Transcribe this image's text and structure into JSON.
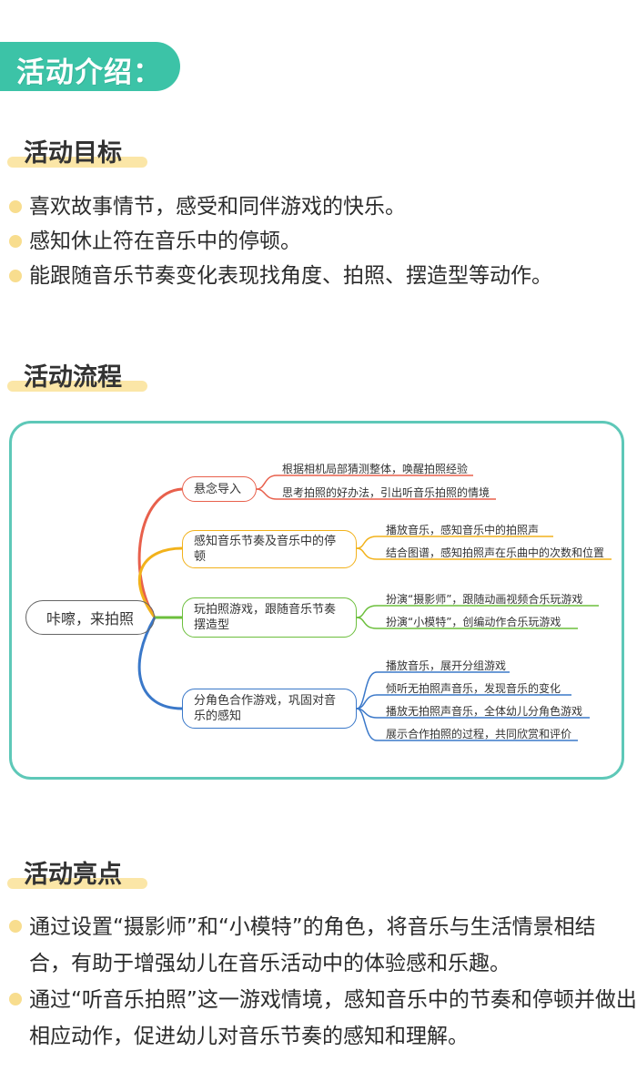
{
  "header": {
    "title": "活动介绍："
  },
  "goals": {
    "title": "活动目标",
    "items": [
      "喜欢故事情节，感受和同伴游戏的快乐。",
      "感知休止符在音乐中的停顿。",
      "能跟随音乐节奏变化表现找角度、拍照、摆造型等动作。"
    ]
  },
  "process": {
    "title": "活动流程",
    "root": "咔嚓，来拍照",
    "branches": [
      {
        "label": "悬念导入",
        "color": "#e8604c",
        "leaves": [
          "根据相机局部猜测整体，唤醒拍照经验",
          "思考拍照的好办法，引出听音乐拍照的情境"
        ]
      },
      {
        "label": "感知音乐节奏及音乐中的停顿",
        "color": "#f2b21b",
        "leaves": [
          "播放音乐，感知音乐中的拍照声",
          "结合图谱，感知拍照声在乐曲中的次数和位置"
        ]
      },
      {
        "label": "玩拍照游戏，跟随音乐节奏摆造型",
        "color": "#6cbf3c",
        "leaves": [
          "扮演“摄影师”，跟随动画视频合乐玩游戏",
          "扮演“小模特”，创编动作合乐玩游戏"
        ]
      },
      {
        "label": "分角色合作游戏，巩固对音乐的感知",
        "color": "#3a78c9",
        "leaves": [
          "播放音乐，展开分组游戏",
          "倾听无拍照声音乐，发现音乐的变化",
          "播放无拍照声音乐，全体幼儿分角色游戏",
          "展示合作拍照的过程，共同欣赏和评价"
        ]
      }
    ]
  },
  "highlights": {
    "title": "活动亮点",
    "items": [
      "通过设置“摄影师”和“小模特”的角色，将音乐与生活情景相结合，有助于增强幼儿在音乐活动中的体验感和乐趣。",
      "通过“听音乐拍照”这一游戏情境，感知音乐中的节奏和停顿并做出相应动作，促进幼儿对音乐节奏的感知和理解。"
    ]
  },
  "colors": {
    "accent": "#3cc3a7",
    "highlight": "#fbe6a7",
    "bullet": "#f8dd8e",
    "frame": "#5ec8b8"
  }
}
